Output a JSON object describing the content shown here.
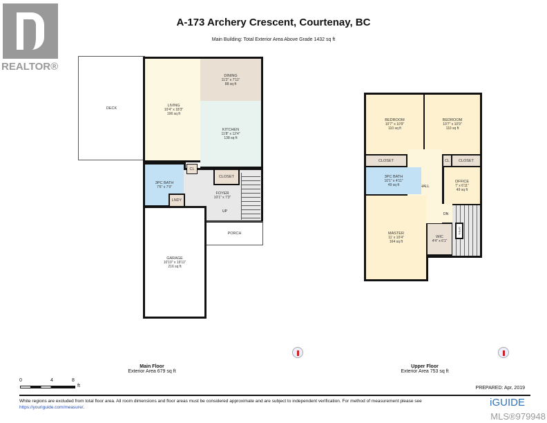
{
  "logo": {
    "text": "REALTOR®"
  },
  "header": {
    "title": "A-173 Archery Crescent, Courtenay, BC",
    "subtitle": "Main Building: Total Exterior Area Above Grade 1432 sq ft"
  },
  "main_floor": {
    "label": "Main Floor",
    "area": "Exterior Area 679 sq ft",
    "rooms": [
      {
        "name": "DECK"
      },
      {
        "name": "LIVING",
        "dims": "10'4\" x 18'3\"",
        "area": "196 sq ft"
      },
      {
        "name": "DINING",
        "dims": "11'2\" x 7'11\"",
        "area": "88 sq ft"
      },
      {
        "name": "KITCHEN",
        "dims": "11'8\" x 12'4\"",
        "area": "138 sq ft"
      },
      {
        "name": "3PC BATH",
        "dims": "7'6\" x 7'9\""
      },
      {
        "name": "CL"
      },
      {
        "name": "CLOSET"
      },
      {
        "name": "FOYER",
        "dims": "10'1\" x 7'3\""
      },
      {
        "name": "LNDY"
      },
      {
        "name": "UP"
      },
      {
        "name": "PORCH"
      },
      {
        "name": "GARAGE",
        "dims": "10'10\" x 19'11\"",
        "area": "216 sq ft"
      }
    ]
  },
  "upper_floor": {
    "label": "Upper Floor",
    "area": "Exterior Area 753 sq ft",
    "rooms": [
      {
        "name": "BEDROOM",
        "dims": "10'7\" x 10'9\"",
        "area": "110 sq ft"
      },
      {
        "name": "BEDROOM",
        "dims": "10'7\" x 10'9\"",
        "area": "110 sq ft"
      },
      {
        "name": "CLOSET"
      },
      {
        "name": "CL"
      },
      {
        "name": "CLOSET"
      },
      {
        "name": "3PC BATH",
        "dims": "10'1\" x 4'11\"",
        "area": "49 sq ft"
      },
      {
        "name": "HALL"
      },
      {
        "name": "OFFICE",
        "dims": "7' x 6'11\"",
        "area": "49 sq ft"
      },
      {
        "name": "DN"
      },
      {
        "name": "MASTER",
        "dims": "11' x 10'4\"",
        "area": "164 sq ft"
      },
      {
        "name": "WIC",
        "dims": "4'4\" x 6'1\""
      },
      {
        "name": "OPEN"
      }
    ]
  },
  "scale": {
    "ticks": [
      "0",
      "4",
      "8"
    ],
    "unit": "ft"
  },
  "prepared": "PREPARED: Apr, 2019",
  "footer": {
    "disclaimer": "White regions are excluded from total floor area. All room dimensions and floor areas must be considered approximate and are subject to independent verification. For method of measurement please see ",
    "link": "https://youriguide.com/measure/",
    "end": "."
  },
  "brand": "iGUIDE",
  "mls": "MLS®979948"
}
